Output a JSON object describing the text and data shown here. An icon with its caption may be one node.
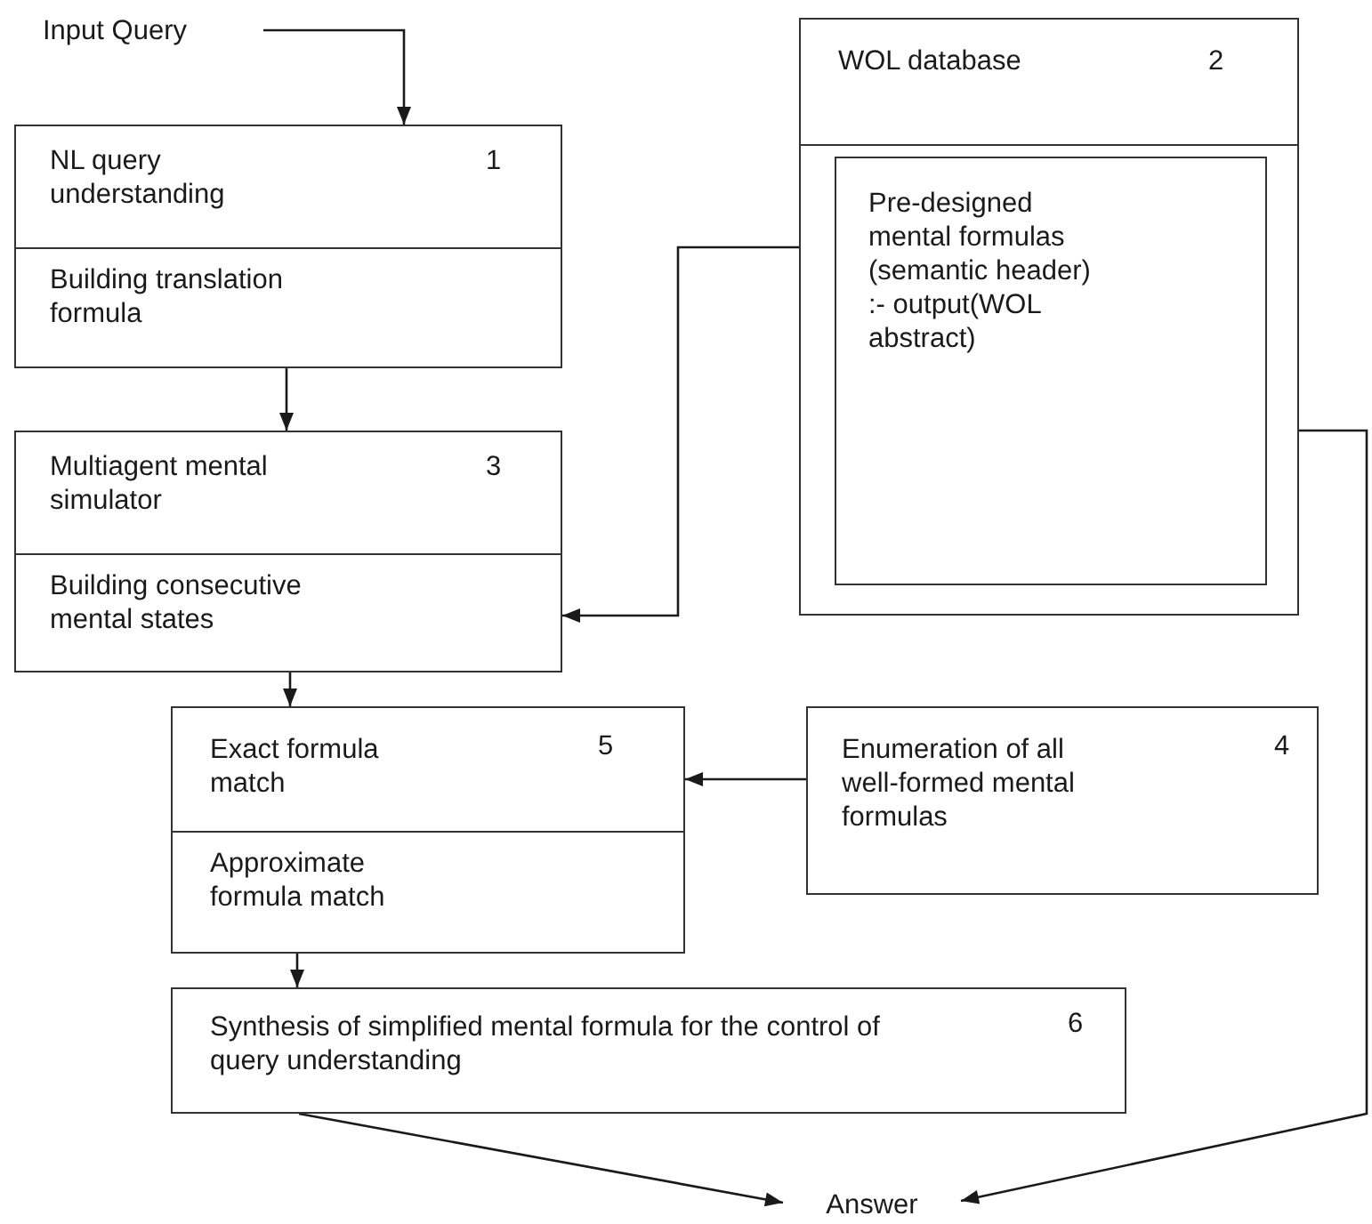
{
  "diagram": {
    "nodes": [
      {
        "text": [
          "Input Query"
        ]
      },
      {
        "text": [
          "NL query understanding",
          "1",
          "Building translation formula"
        ]
      },
      {
        "text": [
          "WOL database",
          "2"
        ]
      },
      {
        "text": [
          "Pre-designed mental formulas (semantic header) :- output(WOL abstract)"
        ],
        "in": 2
      },
      {
        "text": [
          "Multiagent mental simulator",
          "3",
          "Building consecutive mental states"
        ]
      },
      {
        "text": [
          "Exact formula match",
          "5",
          "Approximate formula match"
        ]
      },
      {
        "text": [
          "Enumeration of all well-formed mental formulas",
          "4"
        ]
      },
      {
        "text": [
          "Synthesis of simplified mental formula for the control of query understanding",
          "6"
        ]
      },
      {
        "text": [
          "Answer"
        ]
      }
    ],
    "edges": [
      {
        "from": 0,
        "to": 1,
        "arrow": "to"
      },
      {
        "from": 1,
        "to": 4,
        "arrow": "to"
      },
      {
        "from": 2,
        "to": 4,
        "arrow": "to"
      },
      {
        "from": 4,
        "to": 5,
        "arrow": "to"
      },
      {
        "from": 6,
        "to": 5,
        "arrow": "to"
      },
      {
        "from": 5,
        "to": 7,
        "arrow": "to"
      },
      {
        "from": 7,
        "to": 8,
        "arrow": "to"
      },
      {
        "from": 2,
        "to": 8,
        "arrow": "to"
      }
    ]
  }
}
